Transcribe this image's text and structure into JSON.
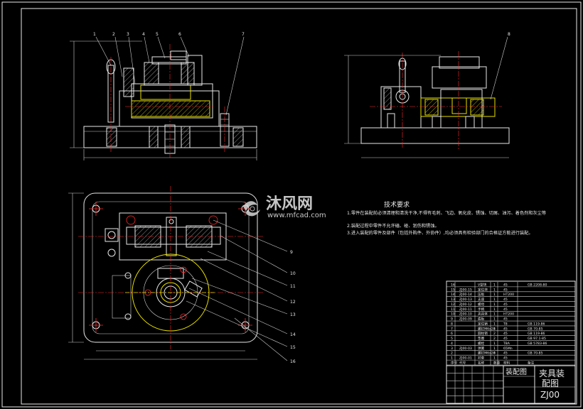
{
  "watermark": {
    "brand": "沐风网",
    "url": "www.mfcad.com"
  },
  "tech_requirements": {
    "title": "技术要求",
    "items": [
      "1.零件在装配前必须清理和清洗干净,不得有毛刺、飞边、氧化皮、锈蚀、切屑、油污、着色剂和灰尘等",
      "2.装配过程中零件不允许磕、碰、划伤和锈蚀。",
      "3.进入装配的零件及部件（包括外购件、外协件）,均必须具有检验部门的合格证方能进行装配。"
    ]
  },
  "balloons_front": [
    "1",
    "2",
    "3",
    "4",
    "5",
    "6",
    "7"
  ],
  "balloon_side": "8",
  "balloons_plan": [
    "9",
    "10",
    "11",
    "12",
    "13",
    "14",
    "15",
    "16"
  ],
  "title_block": {
    "drawing_name": "装配图",
    "title_line1": "夹具装",
    "title_line2": "配图",
    "code": "ZJ00"
  },
  "bom_rows": [
    [
      "16",
      "",
      "V型块",
      "1",
      "45",
      "GB 2208-80"
    ],
    [
      "15",
      "ZJ00-15",
      "定位块",
      "1",
      "45",
      ""
    ],
    [
      "14",
      "ZJ00-14",
      "压板",
      "1",
      "HT200",
      ""
    ],
    [
      "13",
      "ZJ00-13",
      "支座",
      "1",
      "45",
      ""
    ],
    [
      "12",
      "ZJ00-12",
      "螺母",
      "1",
      "45",
      ""
    ],
    [
      "11",
      "ZJ00-11",
      "手柄",
      "1",
      "45",
      ""
    ],
    [
      "10",
      "ZJ00-10",
      "夹具体",
      "1",
      "HT200",
      ""
    ],
    [
      "9",
      "ZJ00-09",
      "底板",
      "1",
      "45",
      ""
    ],
    [
      "8",
      "",
      "定位销",
      "1",
      "T8",
      "GB 119-86"
    ],
    [
      "7",
      "",
      "螺钉M6x25",
      "4",
      "45",
      "GB 70-85"
    ],
    [
      "6",
      "",
      "圆柱销",
      "2",
      "45",
      "GB 119-86"
    ],
    [
      "5",
      "",
      "垫圈",
      "2",
      "45",
      "GB 97.1-85"
    ],
    [
      "4",
      "",
      "螺栓",
      "1",
      "T8A",
      "GB 5783-86"
    ],
    [
      "3",
      "ZJ00-03",
      "弹簧",
      "1",
      "65Mn",
      ""
    ],
    [
      "2",
      "",
      "螺钉M6x20",
      "4",
      "45",
      "GB 70-85"
    ],
    [
      "1",
      "ZJ00-01",
      "衬套",
      "1",
      "45",
      ""
    ]
  ],
  "bom_header": [
    "序号",
    "代号",
    "名称",
    "数量",
    "材料",
    "备注"
  ]
}
